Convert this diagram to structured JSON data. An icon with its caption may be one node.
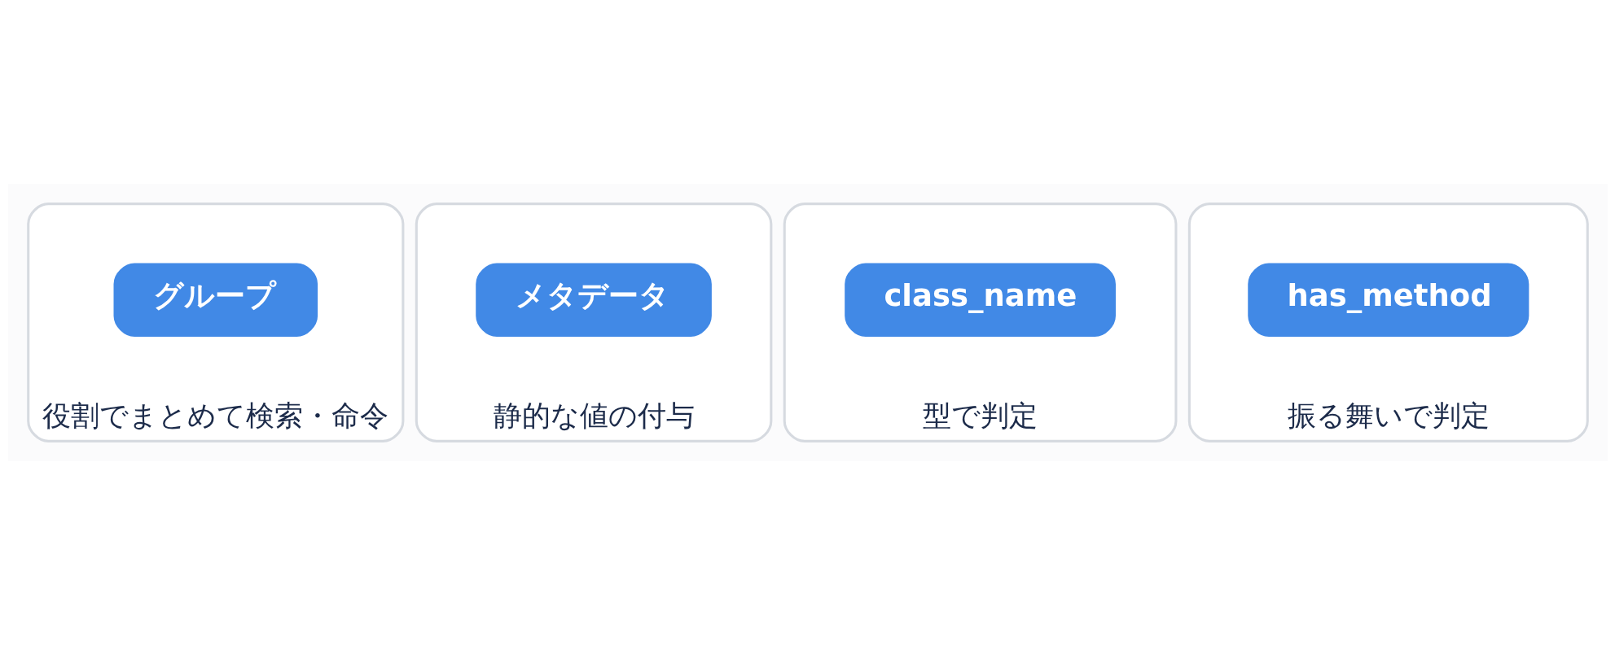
{
  "diagram": {
    "nodes": [
      {
        "text": [
          "役割でまとめて検索・命令"
        ]
      },
      {
        "text": [
          "グループ"
        ],
        "in": 0
      },
      {
        "text": [
          "静的な値の付与"
        ]
      },
      {
        "text": [
          "メタデータ"
        ],
        "in": 2
      },
      {
        "text": [
          "型で判定"
        ]
      },
      {
        "text": [
          "class_name"
        ],
        "in": 4
      },
      {
        "text": [
          "振る舞いで判定"
        ]
      },
      {
        "text": [
          "has_method"
        ],
        "in": 6
      }
    ]
  }
}
